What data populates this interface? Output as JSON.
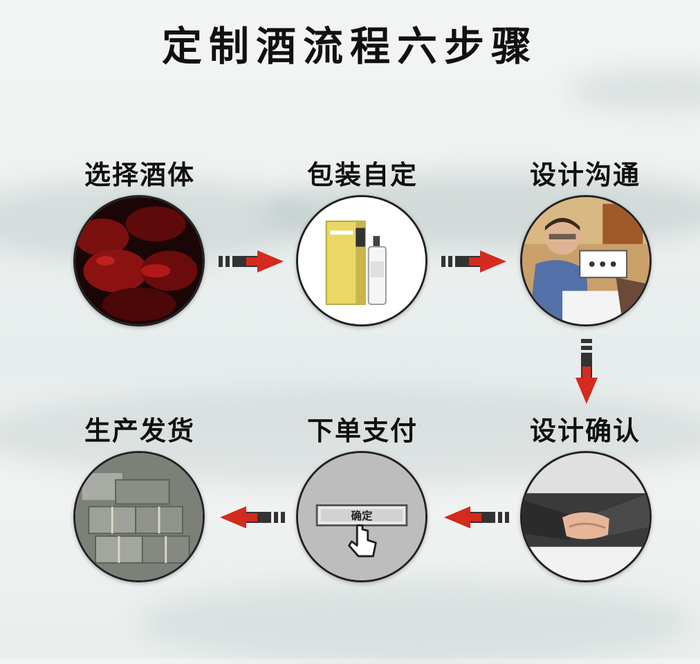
{
  "title": "定制酒流程六步骤",
  "steps": [
    {
      "label": "选择酒体",
      "icon": "wine-liquid-icon"
    },
    {
      "label": "包装自定",
      "icon": "packaging-box-bottle-icon"
    },
    {
      "label": "设计沟通",
      "icon": "design-meeting-icon"
    },
    {
      "label": "设计确认",
      "icon": "handshake-icon"
    },
    {
      "label": "下单支付",
      "icon": "confirm-button-click-icon"
    },
    {
      "label": "生产发货",
      "icon": "shipping-boxes-icon"
    }
  ],
  "confirm_button_text": "确定",
  "colors": {
    "arrow": "#d42a1f",
    "text": "#111111"
  }
}
